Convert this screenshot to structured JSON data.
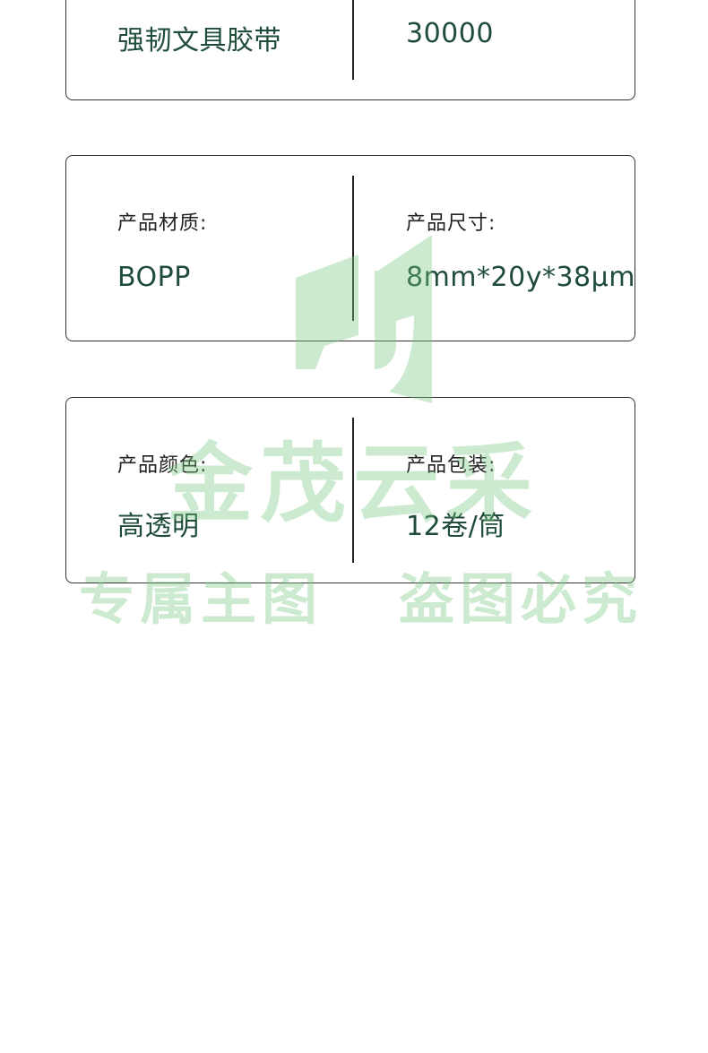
{
  "cards": [
    {
      "left_value": "强韧文具胶带",
      "right_value": "30000"
    },
    {
      "left_label": "产品材质:",
      "left_value": "BOPP",
      "right_label": "产品尺寸:",
      "right_value": "8mm*20y*38μm"
    },
    {
      "left_label": "产品颜色:",
      "left_value": "高透明",
      "right_label": "产品包装:",
      "right_value": "12卷/筒"
    }
  ],
  "watermark": {
    "brand": "金茂云采",
    "line_left": "专属主图",
    "line_right": "盗图必究",
    "color": "#78c882"
  }
}
